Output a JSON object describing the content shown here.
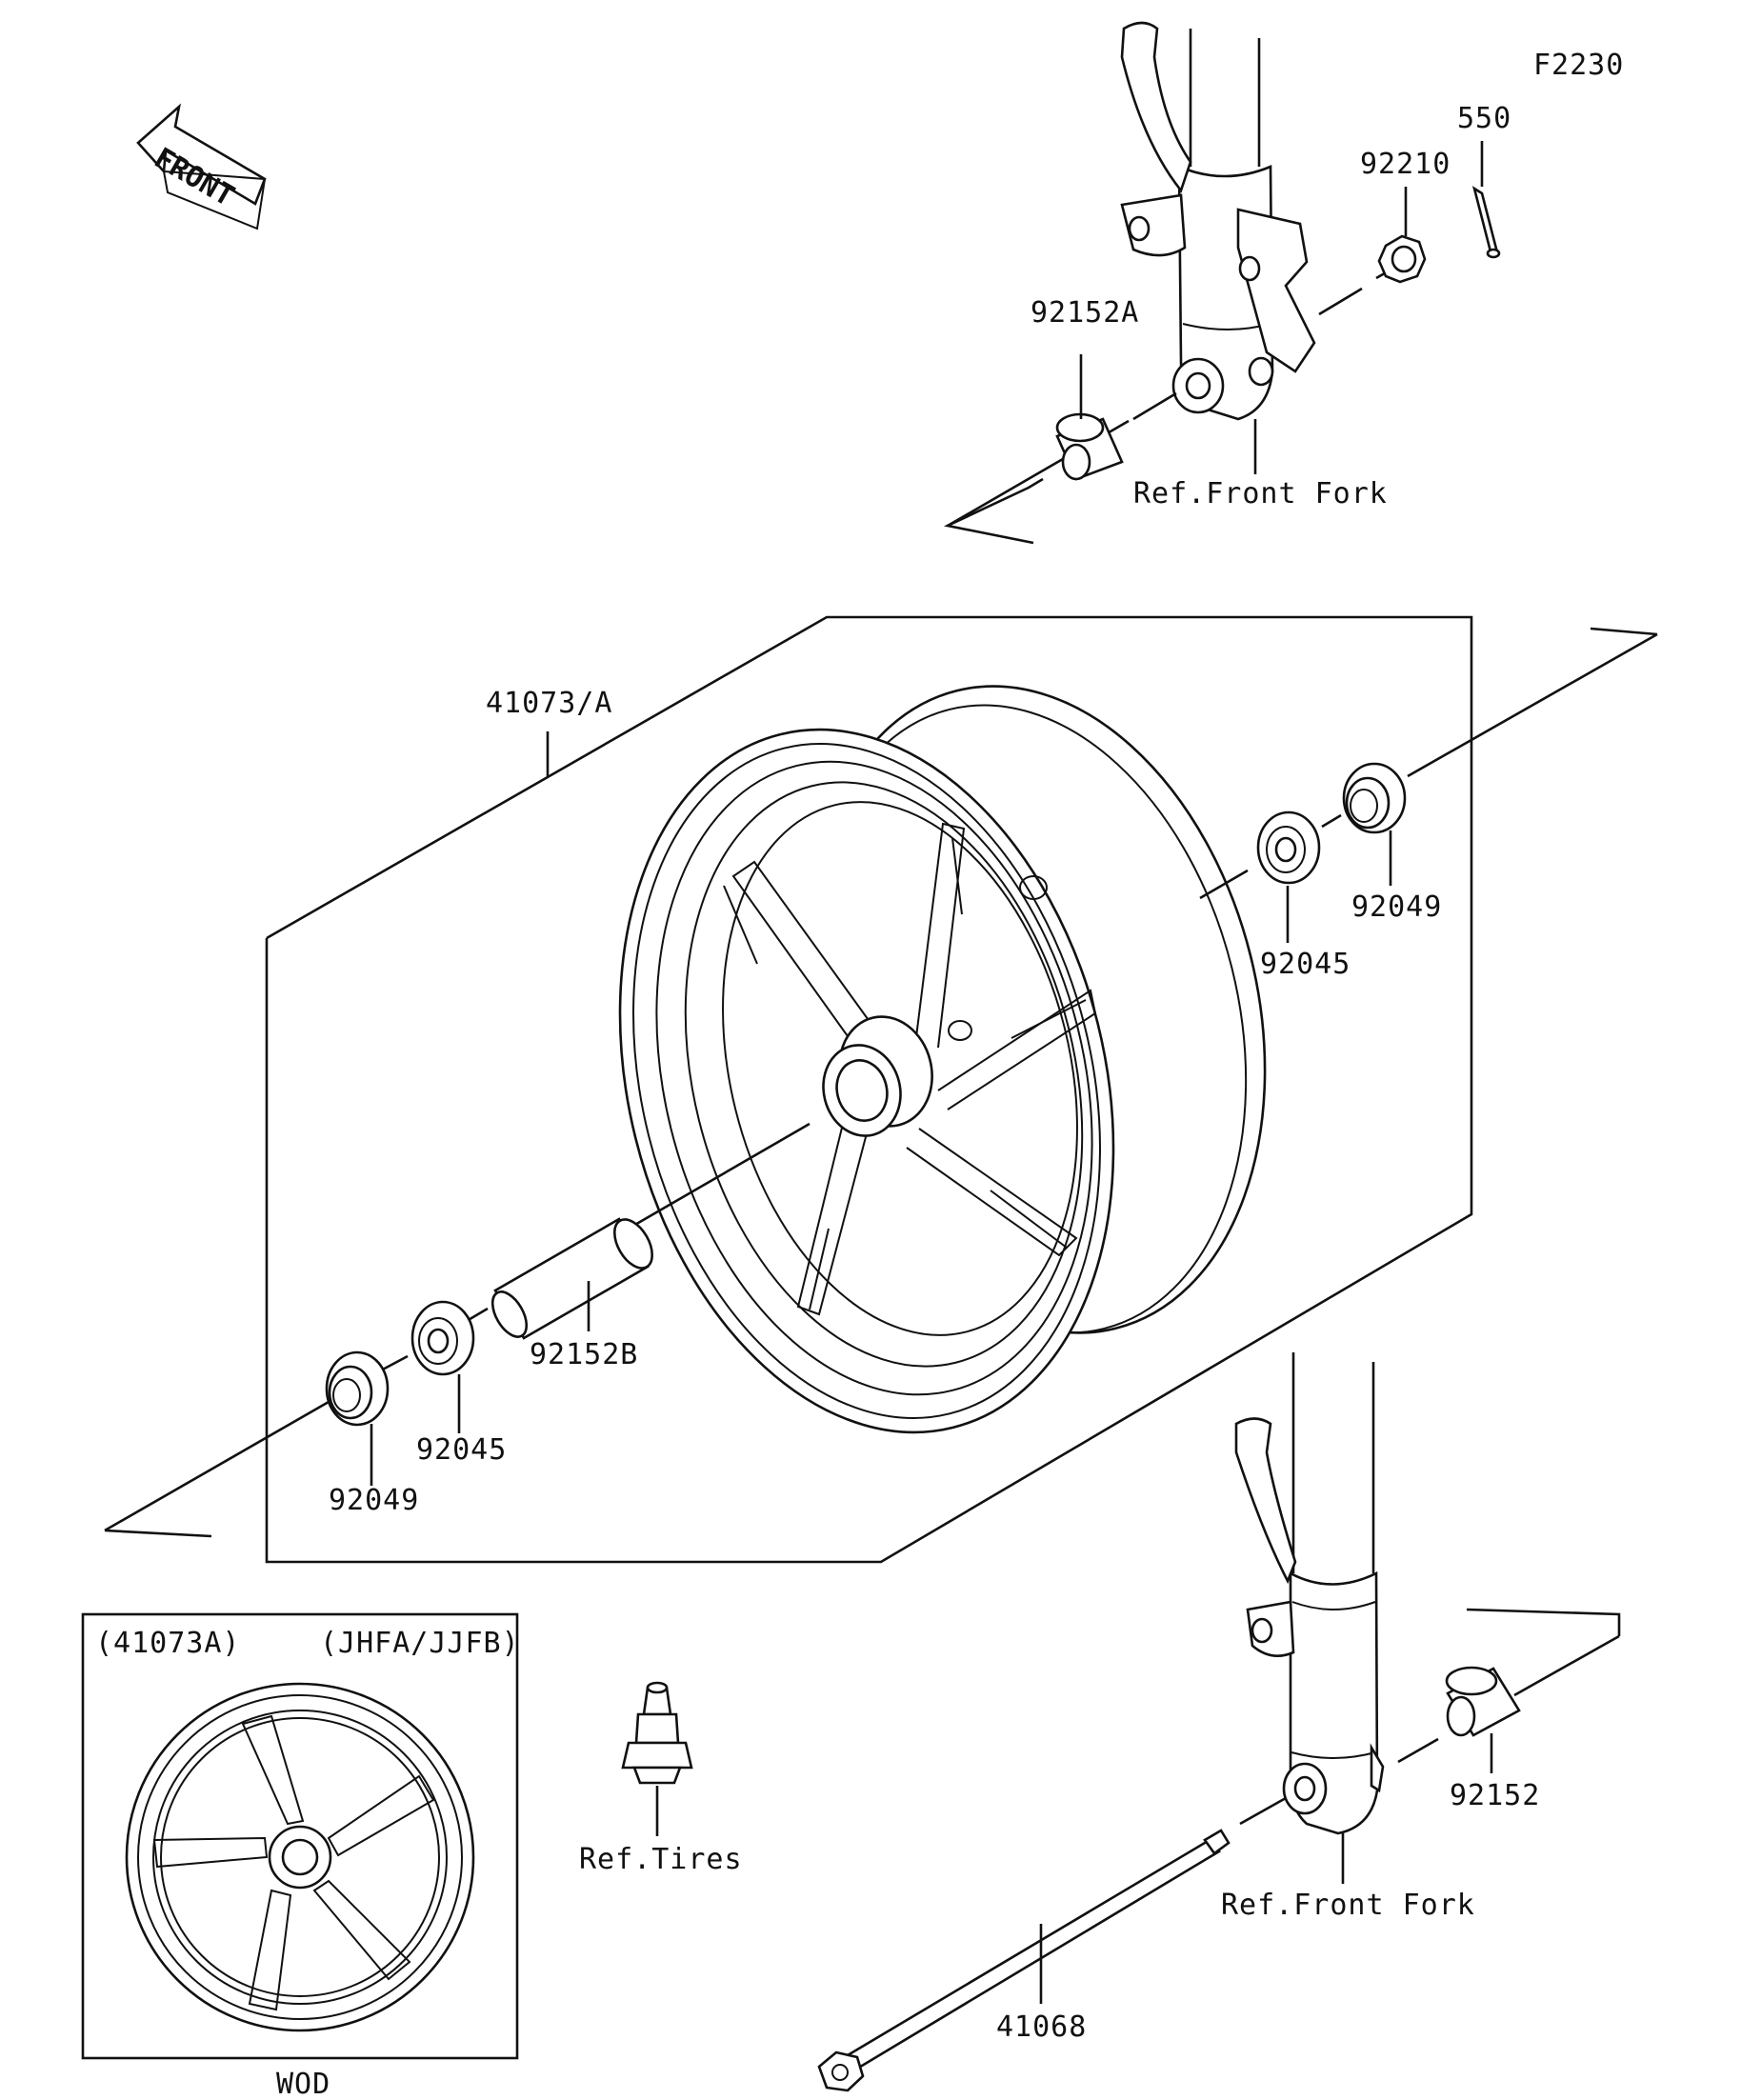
{
  "figure_code": "F2230",
  "front_arrow_label": "FRONT",
  "labels": {
    "cotter_pin": "550",
    "axle_nut": "92210",
    "collar_a": "92152A",
    "ref_front_fork_top": "Ref.Front Fork",
    "wheel_assembly": "41073/A",
    "bearing_right": "92045",
    "oil_seal_right": "92049",
    "collar_b": "92152B",
    "bearing_left": "92045",
    "oil_seal_left": "92049",
    "ref_tires": "Ref.Tires",
    "ref_front_fork_bottom": "Ref.Front Fork",
    "collar": "92152",
    "axle": "41068"
  },
  "inset": {
    "part_number": "(41073A)",
    "models": "(JHFA/JJFB)",
    "caption": "WOD"
  }
}
